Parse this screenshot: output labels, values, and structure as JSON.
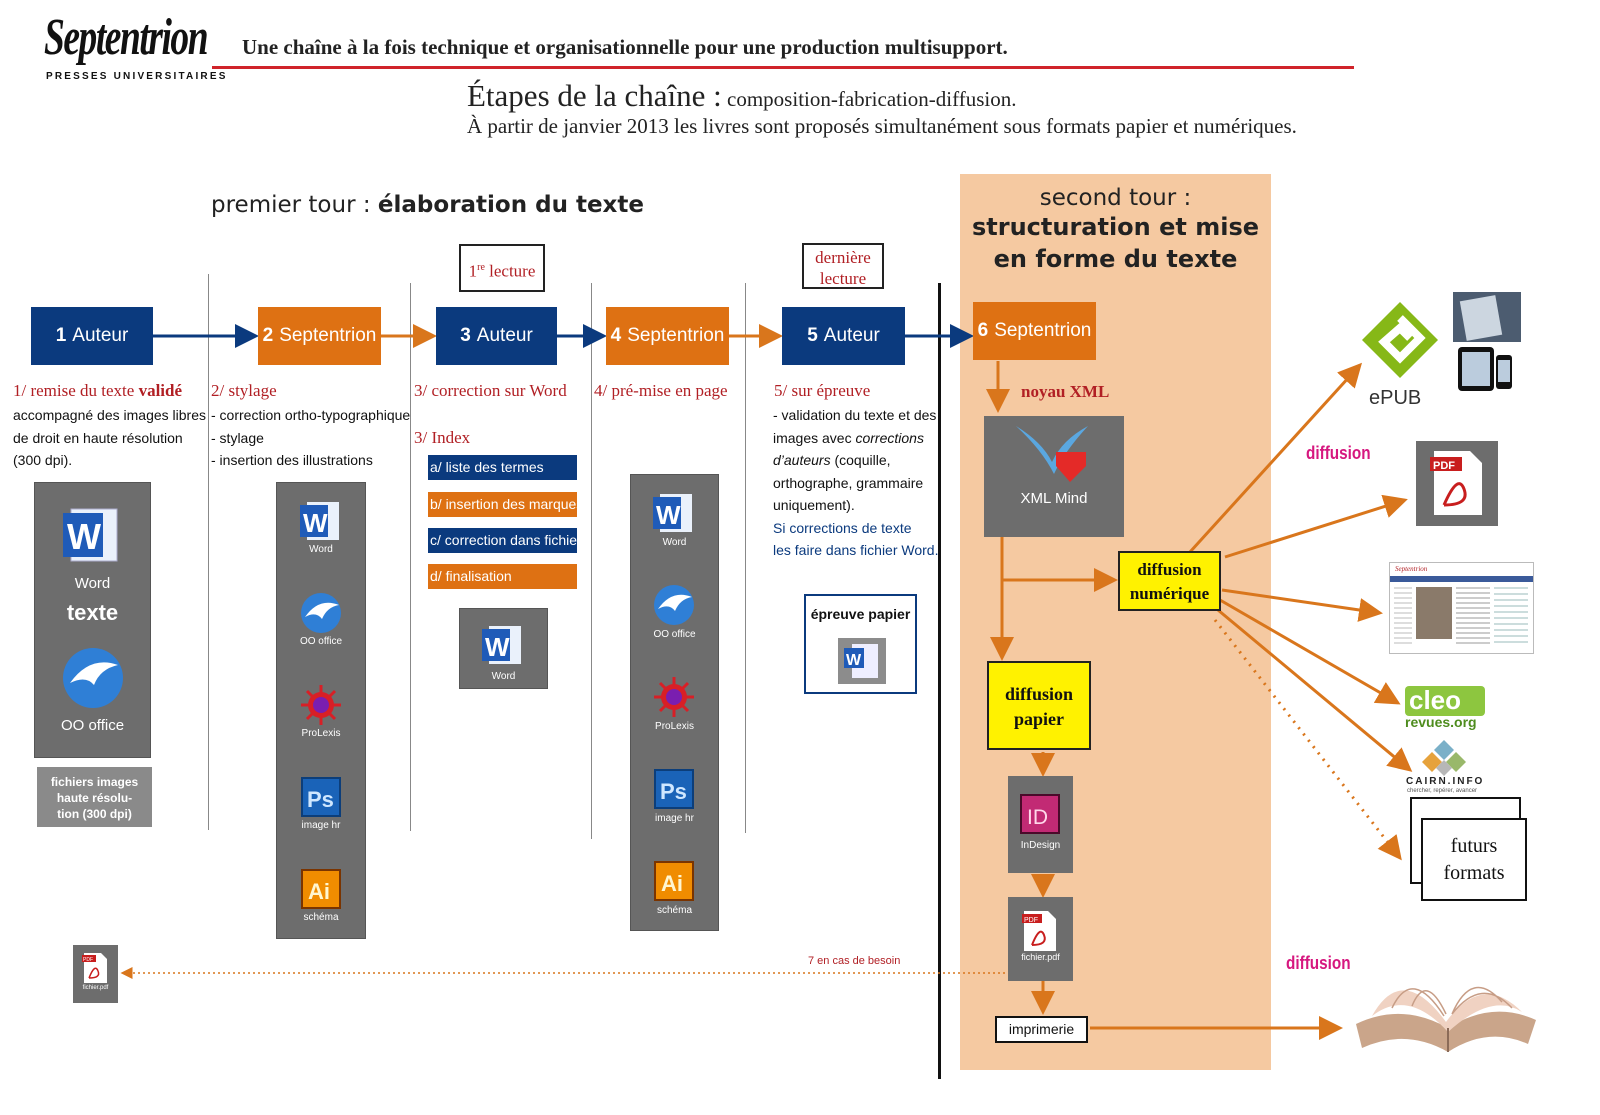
{
  "header": {
    "logo": "Septentrion",
    "logo_sub": "PRESSES UNIVERSITAIRES",
    "tagline": "Une chaîne à la fois technique et organisationnelle pour une production multisupport.",
    "title_big": "Étapes de la chaîne :",
    "title_small": " composition-fabrication-diffusion.",
    "line2": "À partir de janvier 2013 les livres sont proposés simultanément sous formats papier et numériques."
  },
  "premier_tour": {
    "prefix": "premier tour : ",
    "bold": "élaboration du texte"
  },
  "second_tour": {
    "line1": "second tour :",
    "line2": "structuration et mise",
    "line3": "en forme du texte"
  },
  "lectures": {
    "first_sup": "re",
    "first_num": "1",
    "first_text": " lecture",
    "last_line1": "dernière",
    "last_line2": "lecture"
  },
  "steps": [
    {
      "num": "1",
      "label": "Auteur"
    },
    {
      "num": "2",
      "label": "Septentrion"
    },
    {
      "num": "3",
      "label": "Auteur"
    },
    {
      "num": "4",
      "label": "Septentrion"
    },
    {
      "num": "5",
      "label": "Auteur"
    },
    {
      "num": "6",
      "label": "Septentrion"
    }
  ],
  "step1": {
    "title_pre": "1/ remise du texte ",
    "title_bold": "validé",
    "lines": [
      "accompagné des images libres",
      "de droit en haute résolution",
      "(300 dpi)."
    ],
    "icon_word": "Word",
    "icon_texte": "texte",
    "icon_oo": "OO office",
    "images_note": [
      "fichiers images",
      "haute résolu-",
      "tion (300 dpi)"
    ]
  },
  "step2": {
    "title": "2/ stylage",
    "lines": [
      "- correction ortho-typographique",
      "- stylage",
      "- insertion des illustrations"
    ],
    "icons": [
      "Word",
      "OO office",
      "ProLexis",
      "image hr",
      "schéma"
    ]
  },
  "step3": {
    "title": "3/ correction sur Word",
    "index_title": "3/ Index",
    "index_items": [
      "a/ liste des termes",
      "b/ insertion des marques",
      "c/ correction dans fichier",
      "d/ finalisation"
    ],
    "icon": "Word"
  },
  "step4": {
    "title": "4/ pré-mise en page",
    "icons": [
      "Word",
      "OO office",
      "ProLexis",
      "image hr",
      "schéma"
    ]
  },
  "step5": {
    "title": "5/ sur épreuve",
    "lines": [
      "- validation du texte et des",
      "images avec "
    ],
    "italic1": "corrections",
    "italic2": "d’auteurs",
    "lines_after": [
      " (coquille,",
      "orthographe, grammaire",
      "uniquement)."
    ],
    "blue_lines": [
      "Si corrections de texte",
      "les faire dans fichier Word."
    ],
    "epreuve": "épreuve papier"
  },
  "step6": {
    "noyau": "noyau XML",
    "xml_mind": "XML Mind",
    "diffusion_numerique": [
      "diffusion",
      "numérique"
    ],
    "diffusion_papier": [
      "diffusion",
      "papier"
    ],
    "indesign": "InDesign",
    "fichier_pdf": "fichier.pdf",
    "imprimerie": "imprimerie",
    "besoin": "7 en cas de besoin",
    "small_pdf": "fichier.pdf"
  },
  "outputs": {
    "diffusion_label": "diffusion",
    "diffusion_label2": "diffusion",
    "epub": "ePUB",
    "cleo": "cleo",
    "cleo_sub": "revues.org",
    "cairn": "CAIRN.INFO",
    "cairn_sub": "chercher, repérer, avancer",
    "futurs": [
      "futurs",
      "formats"
    ],
    "site_logo": "Septentrion"
  },
  "colors": {
    "blue": "#0b3a7e",
    "orange": "#de7113",
    "red": "#b11f24",
    "panel": "#f5c9a1",
    "yellow": "#fff200",
    "magenta": "#d6177f",
    "arrow_orange": "#d9761c"
  }
}
